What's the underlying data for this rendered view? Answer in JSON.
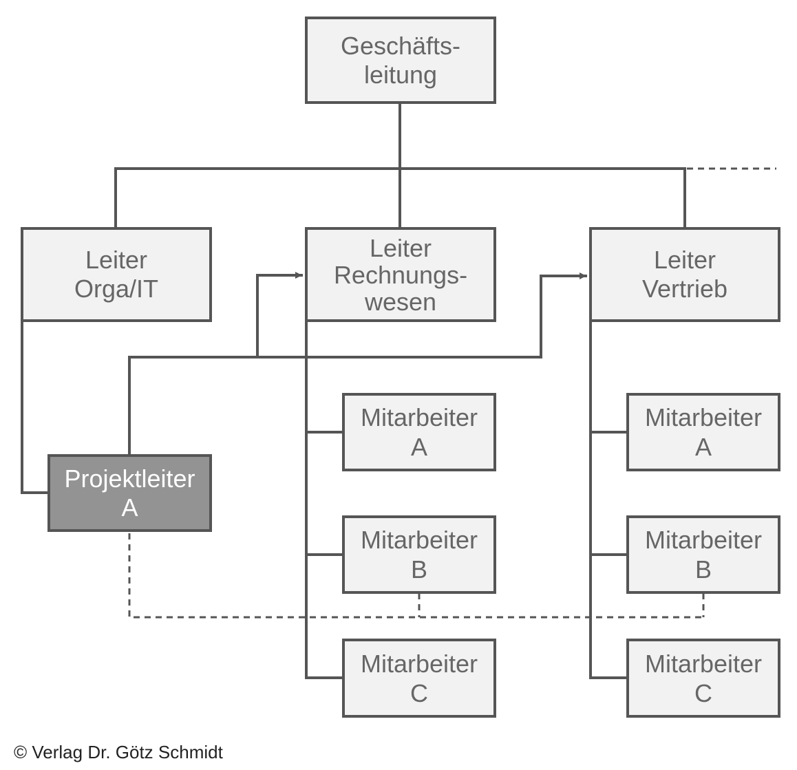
{
  "colors": {
    "line": "#555555",
    "box_fill": "#f2f2f2",
    "box_text": "#666666",
    "highlight_fill": "#939393",
    "highlight_text": "#ffffff"
  },
  "boxes": {
    "ceo": {
      "line1": "Geschäfts-",
      "line2": "leitung"
    },
    "orga": {
      "line1": "Leiter",
      "line2": "Orga/IT"
    },
    "rechnung": {
      "line1": "Leiter",
      "line2": "Rechnungs-",
      "line3": "wesen"
    },
    "vertrieb": {
      "line1": "Leiter",
      "line2": "Vertrieb"
    },
    "projektleiter": {
      "line1": "Projektleiter",
      "line2": "A"
    },
    "rw_a": {
      "line1": "Mitarbeiter",
      "line2": "A"
    },
    "rw_b": {
      "line1": "Mitarbeiter",
      "line2": "B"
    },
    "rw_c": {
      "line1": "Mitarbeiter",
      "line2": "C"
    },
    "vt_a": {
      "line1": "Mitarbeiter",
      "line2": "A"
    },
    "vt_b": {
      "line1": "Mitarbeiter",
      "line2": "B"
    },
    "vt_c": {
      "line1": "Mitarbeiter",
      "line2": "C"
    }
  },
  "copyright": "© Verlag Dr. Götz Schmidt"
}
